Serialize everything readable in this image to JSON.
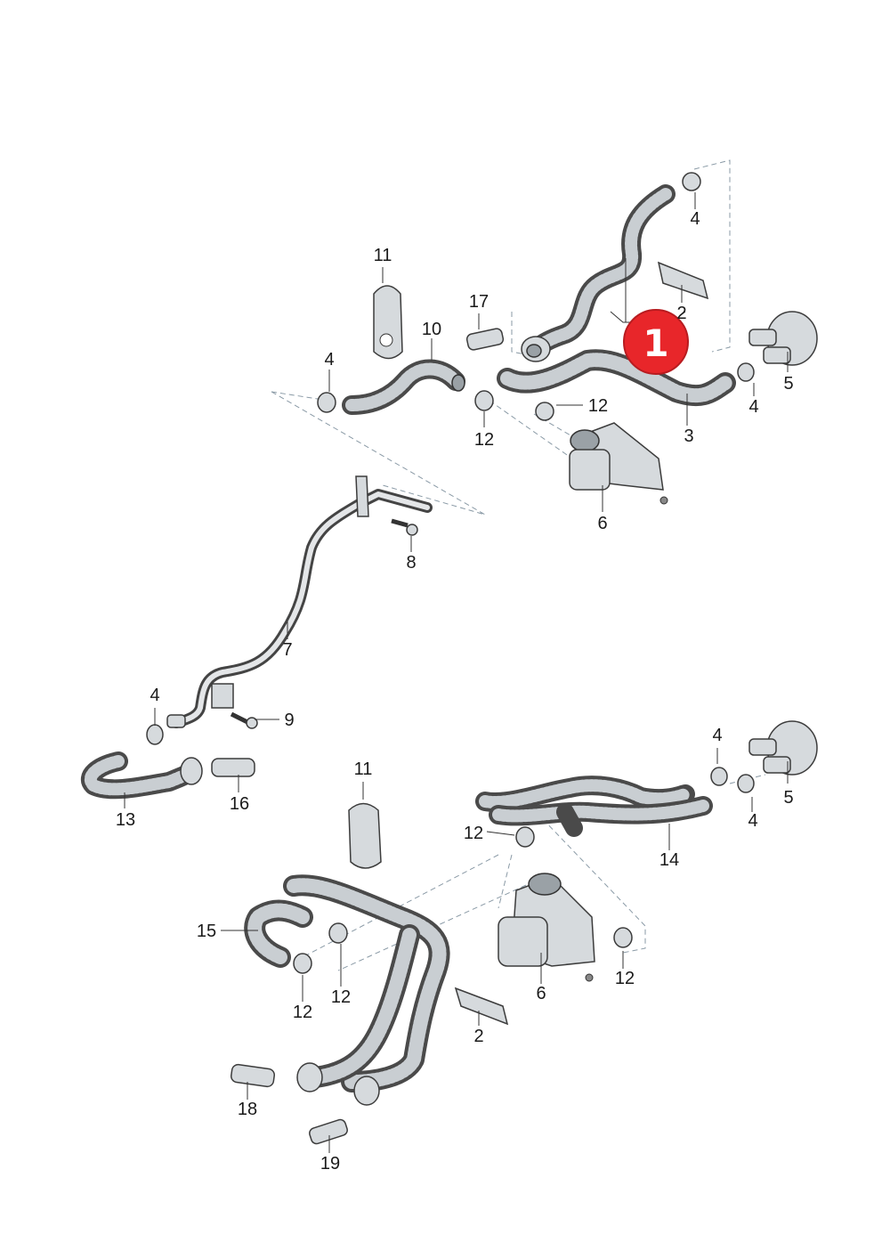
{
  "callouts": {
    "c1": "1",
    "c2_top": "2",
    "c2_bottom": "2",
    "c3": "3",
    "c4_a": "4",
    "c4_b": "4",
    "c4_c": "4",
    "c4_d": "4",
    "c4_e": "4",
    "c4_f": "4",
    "c5_top": "5",
    "c5_bottom": "5",
    "c6_top": "6",
    "c6_bottom": "6",
    "c7": "7",
    "c8": "8",
    "c9": "9",
    "c10": "10",
    "c11_top": "11",
    "c11_bottom": "11",
    "c12_a": "12",
    "c12_b": "12",
    "c12_c": "12",
    "c12_d": "12",
    "c12_e": "12",
    "c12_f": "12",
    "c13": "13",
    "c14": "14",
    "c15": "15",
    "c16": "16",
    "c17": "17",
    "c18": "18",
    "c19": "19"
  },
  "colors": {
    "badge": "#e8262a",
    "hose": "#4a4a4a",
    "part_fill": "#d6dadd"
  }
}
